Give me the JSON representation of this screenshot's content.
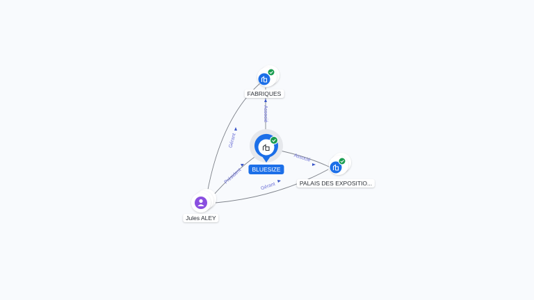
{
  "nodes": {
    "fabriques": {
      "label": "FABRIQUES",
      "type": "company",
      "verified": true
    },
    "bluesize": {
      "label": "BLUESIZE",
      "type": "company",
      "verified": true,
      "focus": true
    },
    "palais": {
      "label": "PALAIS DES EXPOSITIO...",
      "type": "company",
      "verified": true
    },
    "jules": {
      "label": "Jules ALEY",
      "type": "person"
    }
  },
  "edges": {
    "bluesize_fabriques": {
      "label": "Associé"
    },
    "bluesize_palais": {
      "label": "Associé"
    },
    "jules_fabriques": {
      "label": "Gérant"
    },
    "jules_bluesize": {
      "label": "Président"
    },
    "jules_palais": {
      "label": "Gérant"
    }
  },
  "colors": {
    "company": "#1c6fe8",
    "person": "#8a4fe0",
    "verified": "#1a9c50",
    "edge": "#7d8189",
    "edge_label": "#6b6fd6"
  }
}
